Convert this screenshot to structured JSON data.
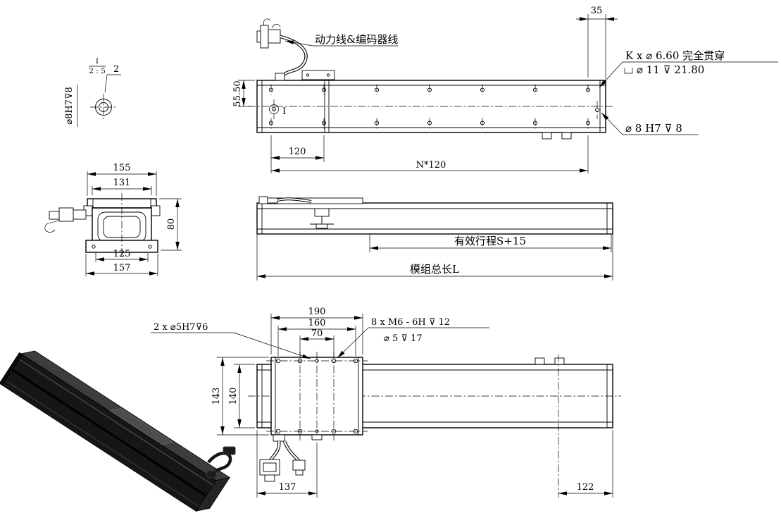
{
  "colors": {
    "line": "#000000",
    "paper": "#ffffff",
    "render_body": "#1a1a1a"
  },
  "views": {
    "detail": {
      "label": "I",
      "scale": "2 : 5",
      "balloon": "2",
      "note": "⌀8H7⊽8"
    },
    "top": {
      "cable_note": "动力线&编码器线",
      "thru_hole_note": "K x ⌀ 6.60 完全贯穿",
      "counterbore_note": "⌀ 11  ⊽ 21.80",
      "pin_hole_note": "⌀ 8 H7 ⊽ 8",
      "detail_marker": "I",
      "dims": {
        "end_offset": "35",
        "center_height": "55.50",
        "first_pitch": "120",
        "pitch_total": "N*120"
      }
    },
    "front": {
      "dims": {
        "top_width": "155",
        "body_width": "131",
        "height": "80",
        "base_inner": "125",
        "base_width": "157"
      }
    },
    "side": {
      "dims": {
        "stroke": "有效行程S+15",
        "total": "模组总长L"
      }
    },
    "bottom": {
      "dowel_note": "2 x ⌀5H7⊽6",
      "tap_note": "8 x M6 - 6H ⊽ 12",
      "tap_note2": "⌀ 5 ⊽ 17",
      "dims": {
        "plate_len": "190",
        "hole_span": "160",
        "hole_pitch": "70",
        "plate_width": "143",
        "body_width": "140",
        "cable_offset": "137",
        "end_offset": "122"
      }
    }
  }
}
